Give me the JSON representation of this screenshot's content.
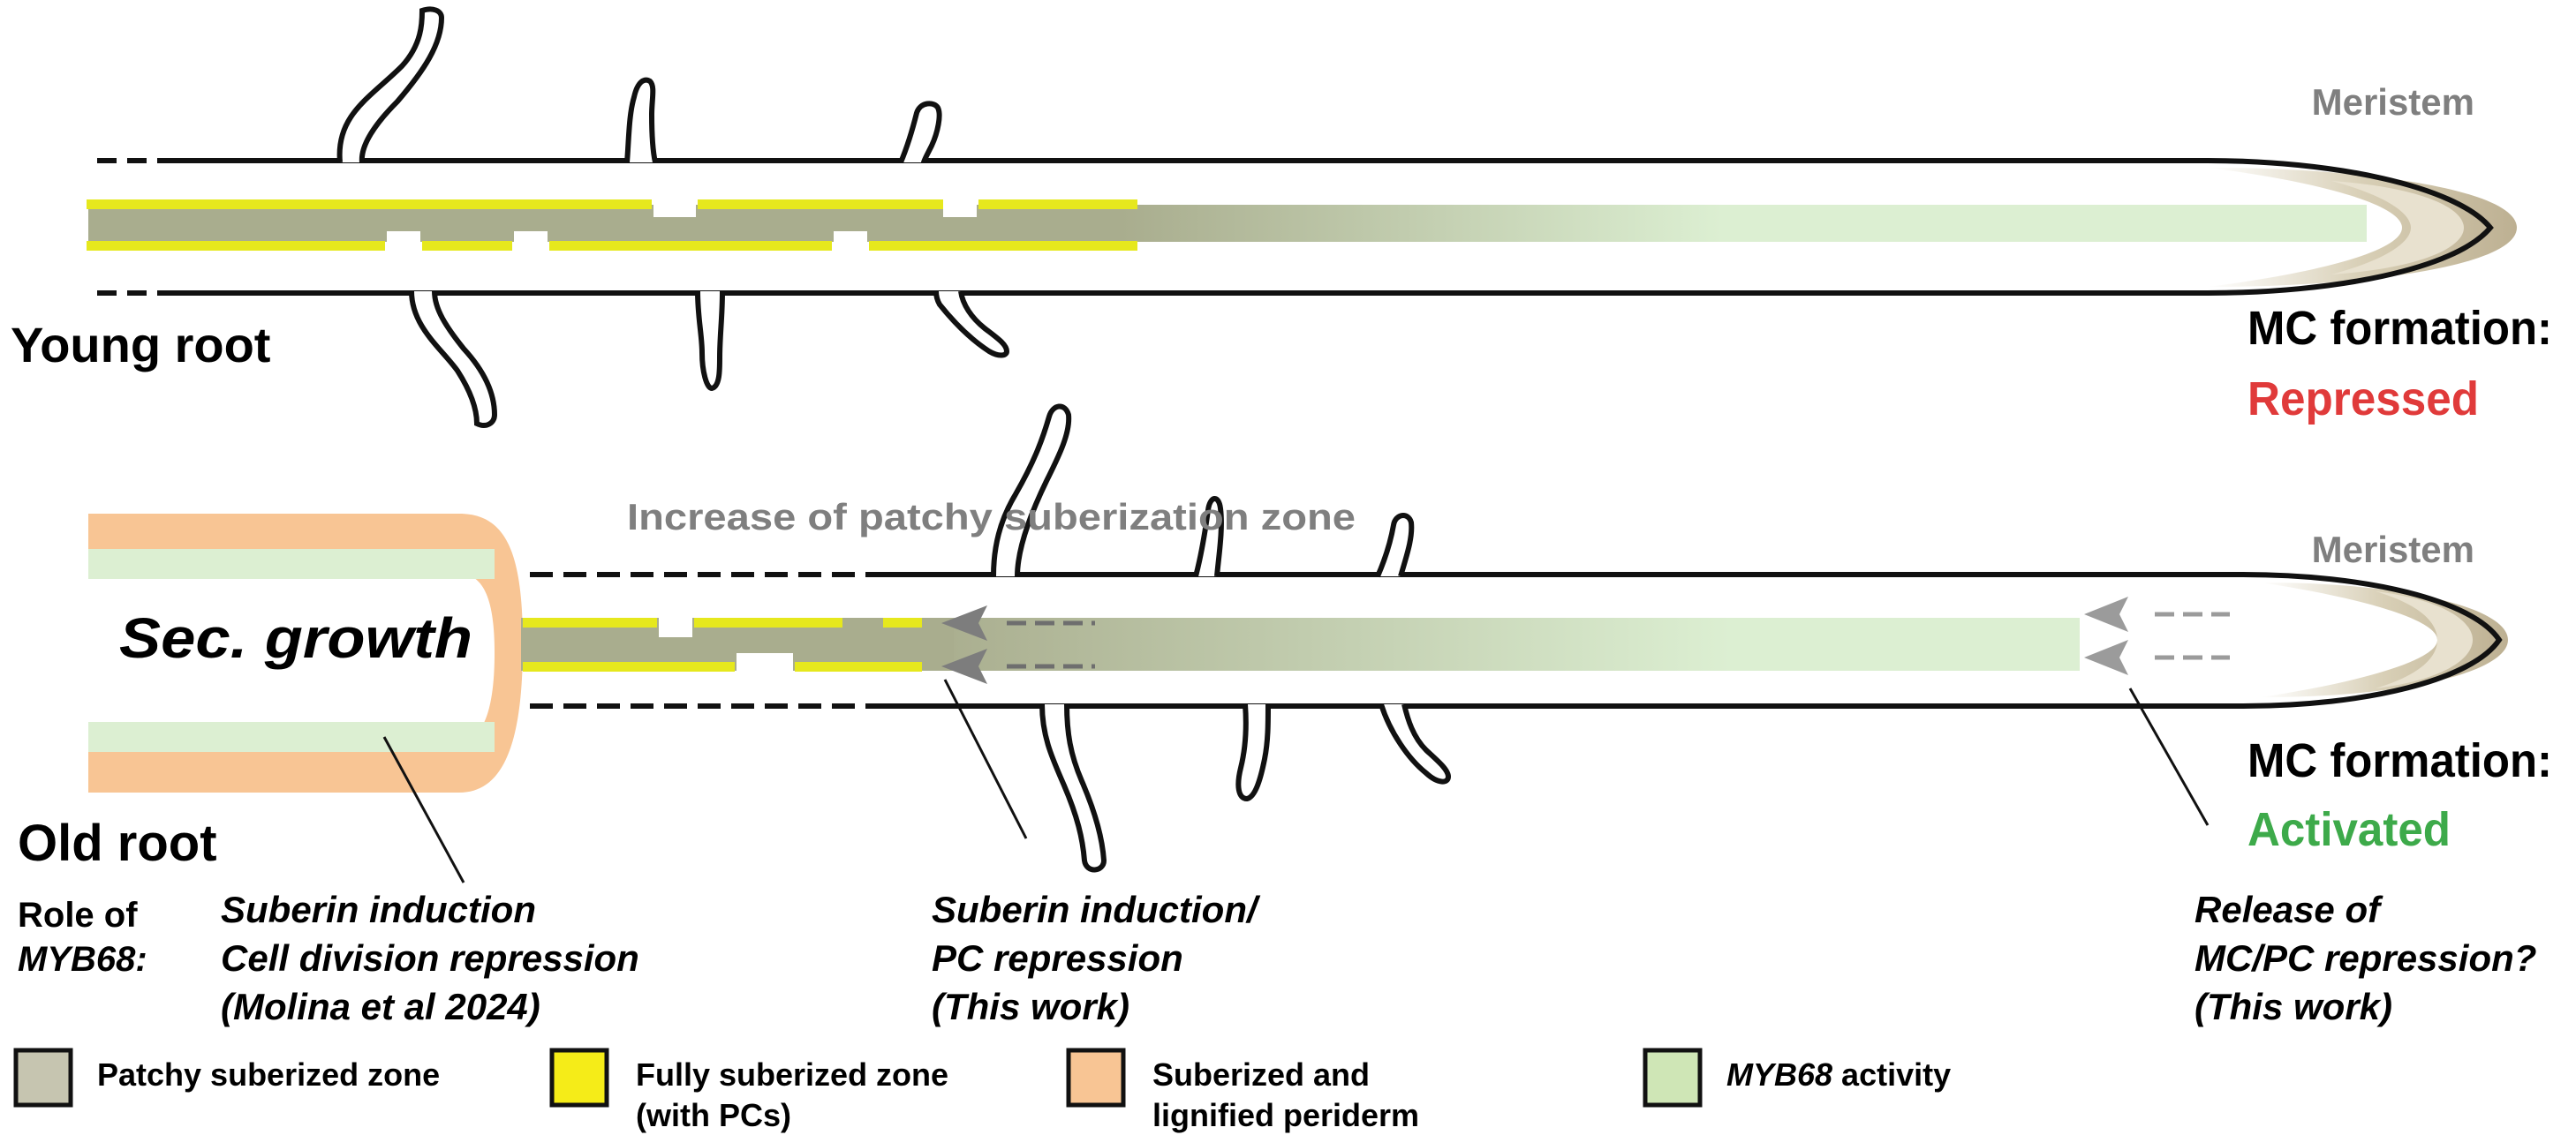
{
  "young_root": {
    "title": "Young root",
    "meristem": "Meristem",
    "mc_label": "MC formation:",
    "mc_status": "Repressed"
  },
  "old_root": {
    "title": "Old root",
    "meristem": "Meristem",
    "sec_growth": "Sec. growth",
    "increase_label": "Increase of patchy suberization zone",
    "mc_label": "MC formation:",
    "mc_status": "Activated"
  },
  "roles": {
    "header_line1": "Role of",
    "header_line2": "MYB68:",
    "col1": [
      "Suberin induction",
      "Cell division repression",
      "(Molina et al 2024)"
    ],
    "col2": [
      "Suberin induction/",
      "PC repression",
      "(This work)"
    ],
    "col3": [
      "Release of",
      "MC/PC repression?",
      "(This work)"
    ]
  },
  "legend": [
    {
      "label_line1": "Patchy suberized zone",
      "label_line2": "",
      "italic_prefix": "",
      "color": "#c6c5b0"
    },
    {
      "label_line1": "Fully suberized zone",
      "label_line2": "(with PCs)",
      "italic_prefix": "",
      "color": "#f5ec18"
    },
    {
      "label_line1": "Suberized and",
      "label_line2": "lignified periderm",
      "italic_prefix": "",
      "color": "#f8c594"
    },
    {
      "label_line1": " activity",
      "label_line2": "",
      "italic_prefix": "MYB68",
      "color": "#cfe6b6"
    }
  ],
  "colors": {
    "mc_repressed": "#e03a3a",
    "mc_activated": "#3daa4a",
    "meristem_gray": "#7f7f7f",
    "green_zone": "#dcefd2",
    "patchy_gray": "#aeb093",
    "yellow_band": "#e8ea1e",
    "periderm_orange": "#f8c594",
    "root_cap": "#c9bfa5"
  }
}
